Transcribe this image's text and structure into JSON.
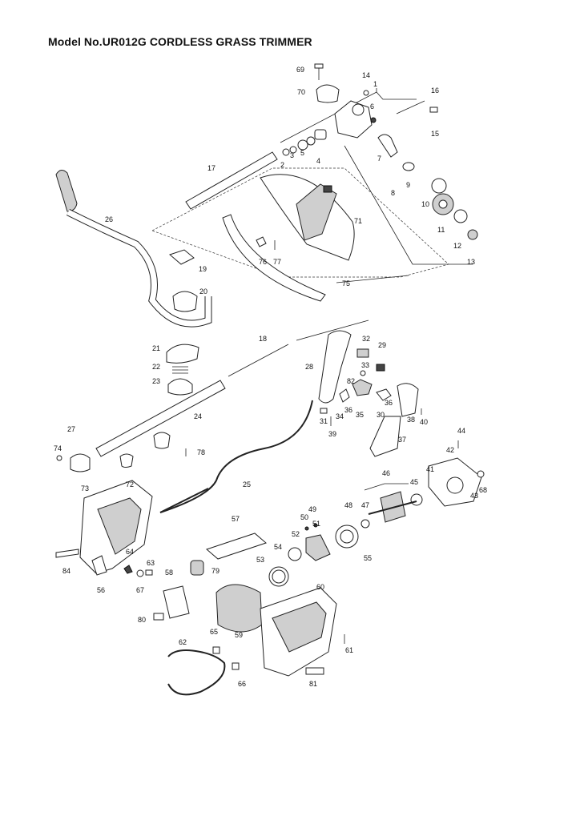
{
  "title": "Model No.UR012G CORDLESS GRASS TRIMMER",
  "parts": [
    {
      "id": "p1",
      "label": "1"
    },
    {
      "id": "p2",
      "label": "2"
    },
    {
      "id": "p3",
      "label": "3"
    },
    {
      "id": "p4",
      "label": "4"
    },
    {
      "id": "p5",
      "label": "5"
    },
    {
      "id": "p6",
      "label": "6"
    },
    {
      "id": "p7",
      "label": "7"
    },
    {
      "id": "p8",
      "label": "8"
    },
    {
      "id": "p9",
      "label": "9"
    },
    {
      "id": "p10",
      "label": "10"
    },
    {
      "id": "p11",
      "label": "11"
    },
    {
      "id": "p12",
      "label": "12"
    },
    {
      "id": "p13",
      "label": "13"
    },
    {
      "id": "p14",
      "label": "14"
    },
    {
      "id": "p15",
      "label": "15"
    },
    {
      "id": "p16",
      "label": "16"
    },
    {
      "id": "p17",
      "label": "17"
    },
    {
      "id": "p18",
      "label": "18"
    },
    {
      "id": "p19",
      "label": "19"
    },
    {
      "id": "p20",
      "label": "20"
    },
    {
      "id": "p21",
      "label": "21"
    },
    {
      "id": "p22",
      "label": "22"
    },
    {
      "id": "p23",
      "label": "23"
    },
    {
      "id": "p24",
      "label": "24"
    },
    {
      "id": "p25",
      "label": "25"
    },
    {
      "id": "p26",
      "label": "26"
    },
    {
      "id": "p27",
      "label": "27"
    },
    {
      "id": "p28",
      "label": "28"
    },
    {
      "id": "p29",
      "label": "29"
    },
    {
      "id": "p30",
      "label": "30"
    },
    {
      "id": "p31",
      "label": "31"
    },
    {
      "id": "p32",
      "label": "32"
    },
    {
      "id": "p33",
      "label": "33"
    },
    {
      "id": "p34",
      "label": "34"
    },
    {
      "id": "p35",
      "label": "35"
    },
    {
      "id": "p36",
      "label": "36"
    },
    {
      "id": "p36b",
      "label": "36"
    },
    {
      "id": "p37",
      "label": "37"
    },
    {
      "id": "p38",
      "label": "38"
    },
    {
      "id": "p39",
      "label": "39"
    },
    {
      "id": "p40",
      "label": "40"
    },
    {
      "id": "p41",
      "label": "41"
    },
    {
      "id": "p42",
      "label": "42"
    },
    {
      "id": "p43",
      "label": "43"
    },
    {
      "id": "p44",
      "label": "44"
    },
    {
      "id": "p45",
      "label": "45"
    },
    {
      "id": "p46",
      "label": "46"
    },
    {
      "id": "p47",
      "label": "47"
    },
    {
      "id": "p48",
      "label": "48"
    },
    {
      "id": "p49",
      "label": "49"
    },
    {
      "id": "p50",
      "label": "50"
    },
    {
      "id": "p51",
      "label": "51"
    },
    {
      "id": "p52",
      "label": "52"
    },
    {
      "id": "p53",
      "label": "53"
    },
    {
      "id": "p54",
      "label": "54"
    },
    {
      "id": "p55",
      "label": "55"
    },
    {
      "id": "p56",
      "label": "56"
    },
    {
      "id": "p57",
      "label": "57"
    },
    {
      "id": "p58",
      "label": "58"
    },
    {
      "id": "p59",
      "label": "59"
    },
    {
      "id": "p60",
      "label": "60"
    },
    {
      "id": "p61",
      "label": "61"
    },
    {
      "id": "p62",
      "label": "62"
    },
    {
      "id": "p63",
      "label": "63"
    },
    {
      "id": "p64",
      "label": "64"
    },
    {
      "id": "p65",
      "label": "65"
    },
    {
      "id": "p66",
      "label": "66"
    },
    {
      "id": "p67",
      "label": "67"
    },
    {
      "id": "p68",
      "label": "68"
    },
    {
      "id": "p69",
      "label": "69"
    },
    {
      "id": "p70",
      "label": "70"
    },
    {
      "id": "p71",
      "label": "71"
    },
    {
      "id": "p72",
      "label": "72"
    },
    {
      "id": "p73",
      "label": "73"
    },
    {
      "id": "p74",
      "label": "74"
    },
    {
      "id": "p75",
      "label": "75"
    },
    {
      "id": "p76",
      "label": "76"
    },
    {
      "id": "p77",
      "label": "77"
    },
    {
      "id": "p78",
      "label": "78"
    },
    {
      "id": "p79",
      "label": "79"
    },
    {
      "id": "p80",
      "label": "80"
    },
    {
      "id": "p81",
      "label": "81"
    },
    {
      "id": "p82",
      "label": "82"
    },
    {
      "id": "p84",
      "label": "84"
    }
  ]
}
